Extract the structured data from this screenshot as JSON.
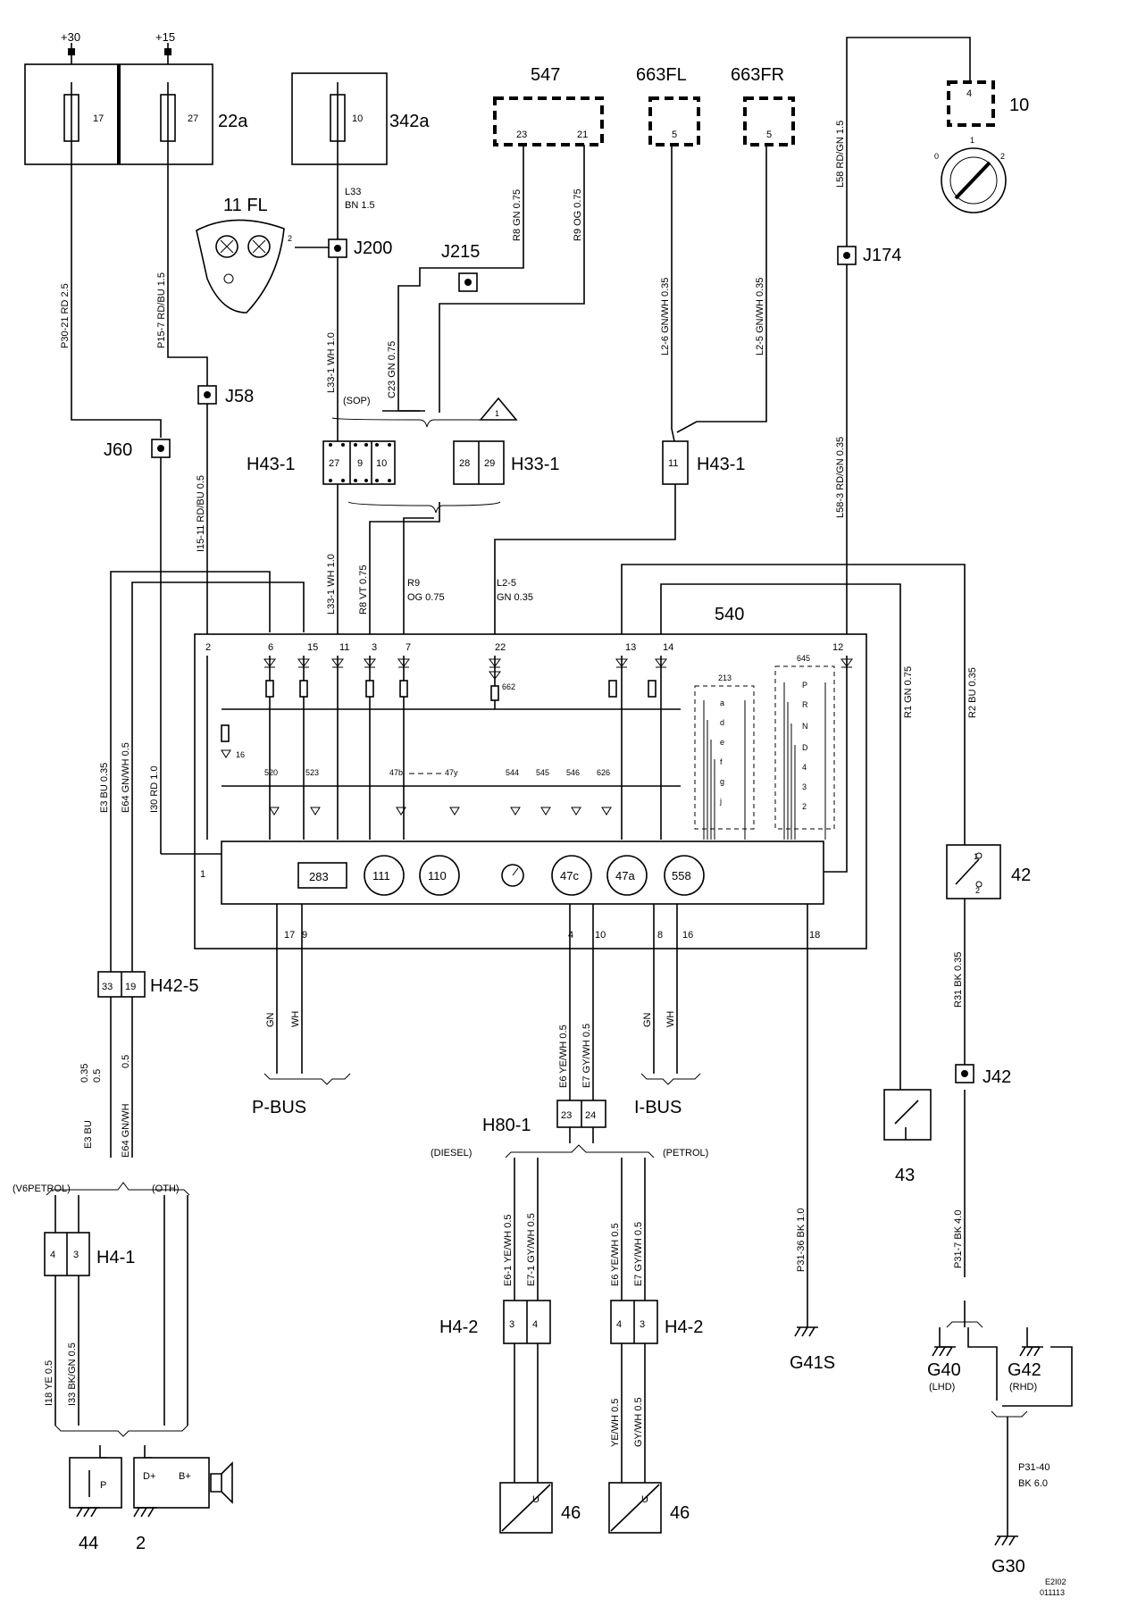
{
  "supply": {
    "plus30": "+30",
    "plus15": "+15"
  },
  "fuses": {
    "f17": "17",
    "f27": "27",
    "f10": "10",
    "block22a": "22a",
    "block342a": "342a"
  },
  "components": {
    "c547": "547",
    "c663FL": "663FL",
    "c663FR": "663FR",
    "c10": "10",
    "c11FL": "11 FL",
    "c540": "540",
    "c42": "42",
    "c43": "43",
    "c44": "44",
    "c2": "2",
    "c46a": "46",
    "c46b": "46",
    "ign0": "0",
    "ign1": "1",
    "ign2": "2"
  },
  "pins": {
    "p547_23": "23",
    "p547_21": "21",
    "p663FL": "5",
    "p663FR": "5",
    "p10": "4",
    "p11FL": "2",
    "h43a": [
      "27",
      "9",
      "10"
    ],
    "h33": [
      "28",
      "29"
    ],
    "h43b": "11",
    "h42": [
      "33",
      "19"
    ],
    "h80": [
      "23",
      "24"
    ],
    "h41": [
      "4",
      "3"
    ],
    "h42a": [
      "3",
      "4"
    ],
    "h42b": [
      "4",
      "3"
    ],
    "ic_top": [
      "2",
      "6",
      "15",
      "11",
      "3",
      "7",
      "22",
      "13",
      "14",
      "12"
    ],
    "ic_left": "1",
    "ic_bot": [
      "17",
      "9",
      "4",
      "10",
      "8",
      "16",
      "18"
    ],
    "sw42": [
      "1",
      "2"
    ]
  },
  "junctions": {
    "j200": "J200",
    "j215": "J215",
    "j174": "J174",
    "j58": "J58",
    "j60": "J60",
    "j42": "J42"
  },
  "connectors": {
    "h43_1a": "H43-1",
    "h33_1": "H33-1",
    "h43_1b": "H43-1",
    "h42_5": "H42-5",
    "h80_1": "H80-1",
    "h4_1": "H4-1",
    "h4_2a": "H4-2",
    "h4_2b": "H4-2"
  },
  "wires": {
    "w_p30": "P30-21  RD  2.5",
    "w_p15": "P15-7  RD/BU  1.5",
    "w_l33": "L33",
    "w_l33b": "BN  1.5",
    "w_r8": "R8  GN  0.75",
    "w_r9": "R9  OG  0.75",
    "w_l26": "L2-6  GN/WH  0.35",
    "w_l25": "L2-5  GN/WH  0.35",
    "w_l58": "L58  RD/GN  1.5",
    "w_c23": "C23  GN  0.75",
    "w_l331": "L33-1  WH  1.0",
    "w_l583": "L58-3  RD/GN  0.35",
    "w_i1511": "I15-11  RD/BU  0.5",
    "w_l331b": "L33-1  WH  1.0",
    "w_r8b": "R8  VT  0.75",
    "w_r9b1": "R9",
    "w_r9b2": "OG  0.75",
    "w_l25b1": "L2-5",
    "w_l25b2": "GN  0.35",
    "w_e3": "E3  BU  0.35",
    "w_e64": "E64  GN/WH  0.5",
    "w_i30": "I30  RD  1.0",
    "w_r1": "R1  GN  0.75",
    "w_r2": "R2  BU  0.35",
    "w_r31": "R31  BK  0.35",
    "w_gn1": "GN",
    "w_wh1": "WH",
    "w_gn2": "GN",
    "w_wh2": "WH",
    "w_e6": "E6  YE/WH  0.5",
    "w_e7": "E7  GY/WH  0.5",
    "w_035": "0.35",
    "w_05": "0.5",
    "w_05b": "0.5",
    "w_e3b": "E3  BU",
    "w_e64b": "E64  GN/WH",
    "w_i18": "I18  YE  0.5",
    "w_i33": "I33  BK/GN  0.5",
    "w_e61": "E6-1  YE/WH  0.5",
    "w_e71": "E7-1  GY/WH  0.5",
    "w_e6b": "E6  YE/WH  0.5",
    "w_e7b": "E7  GY/WH  0.5",
    "w_e6c": "YE/WH  0.5",
    "w_e7c": "GY/WH  0.5",
    "w_p3136": "P31-36  BK  1.0",
    "w_p317": "P31-7  BK  4.0",
    "w_p3140a": "P31-40",
    "w_p3140b": "BK   6.0"
  },
  "labels": {
    "sop": "(SOP)",
    "tri1": "1",
    "pbus": "P-BUS",
    "ibus": "I-BUS",
    "diesel": "(DIESEL)",
    "petrol": "(PETROL)",
    "v6": "(V6PETROL)",
    "oth": "(OTH)",
    "g41s": "G41S",
    "g40": "G40",
    "lhd": "(LHD)",
    "g42": "G42",
    "rhd": "(RHD)",
    "g30": "G30",
    "ref1": "E2I02",
    "ref2": "011113"
  },
  "ic": {
    "g213": "213",
    "g645": "645",
    "gauge283": "283",
    "gauge111": "111",
    "gauge110": "110",
    "gauge47c": "47c",
    "gauge47a": "47a",
    "gauge558": "558",
    "led16": "16",
    "led520": "520",
    "led523": "523",
    "led47b": "47b",
    "led47y": "47y",
    "led544": "544",
    "led545": "545",
    "led546": "546",
    "led626": "626",
    "led662": "662",
    "g213_letters": [
      "a",
      "d",
      "e",
      "f",
      "g",
      "j"
    ],
    "g645_letters": [
      "P",
      "R",
      "N",
      "D",
      "4",
      "3",
      "2"
    ],
    "dplus": "D+",
    "bplus": "B+",
    "p44": "P",
    "u46a": "U",
    "u46b": "U"
  }
}
